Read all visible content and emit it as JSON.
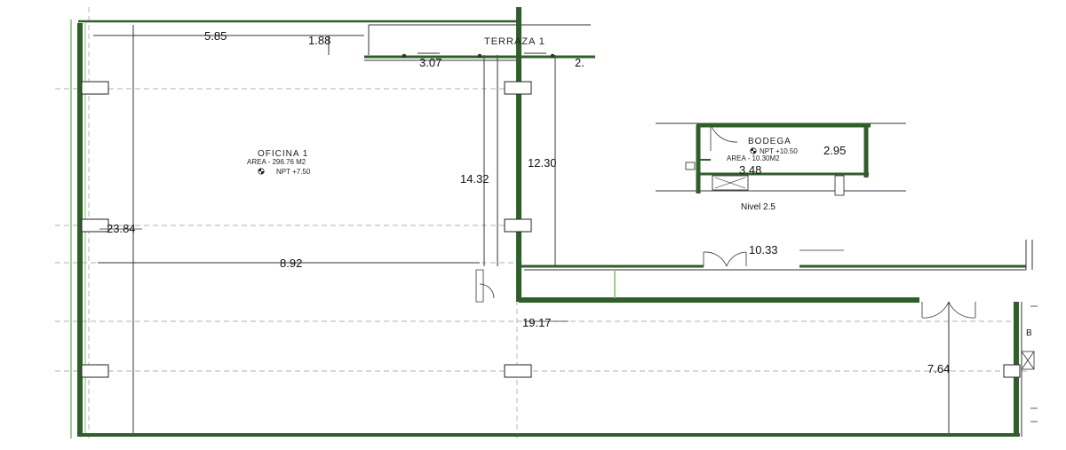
{
  "colors": {
    "wall": "#2f5e2a",
    "accent_green": "#7fbf6a",
    "line": "#222222",
    "axis": "#888888"
  },
  "dimensions": {
    "d_5_85": "5.85",
    "d_1_88": "1.88",
    "d_3_07": "3.07",
    "d_2_partial": "2.",
    "d_12_30": "12.30",
    "d_14_32": "14.32",
    "d_23_84": "23.84",
    "d_8_92": "8.92",
    "d_10_33": "10.33",
    "d_19_17": "19.17",
    "d_7_64": "7.64",
    "d_2_95": "2.95",
    "d_3_48": "3.48"
  },
  "rooms": {
    "terraza": {
      "name": "TERRAZA  1"
    },
    "oficina": {
      "name": "OFICINA  1",
      "area": "AREA - 296.76 M2",
      "npt": "NPT +7.50"
    },
    "bodega": {
      "name": "BODEGA",
      "npt": "NPT +10.50",
      "area": "AREA - 10.30M2"
    },
    "edge_b": {
      "name": "B"
    }
  },
  "labels": {
    "nivel": "Nivel 2.5"
  },
  "icons": [
    "level-marker-icon",
    "door-swing-icon",
    "column-icon",
    "stair-icon"
  ]
}
